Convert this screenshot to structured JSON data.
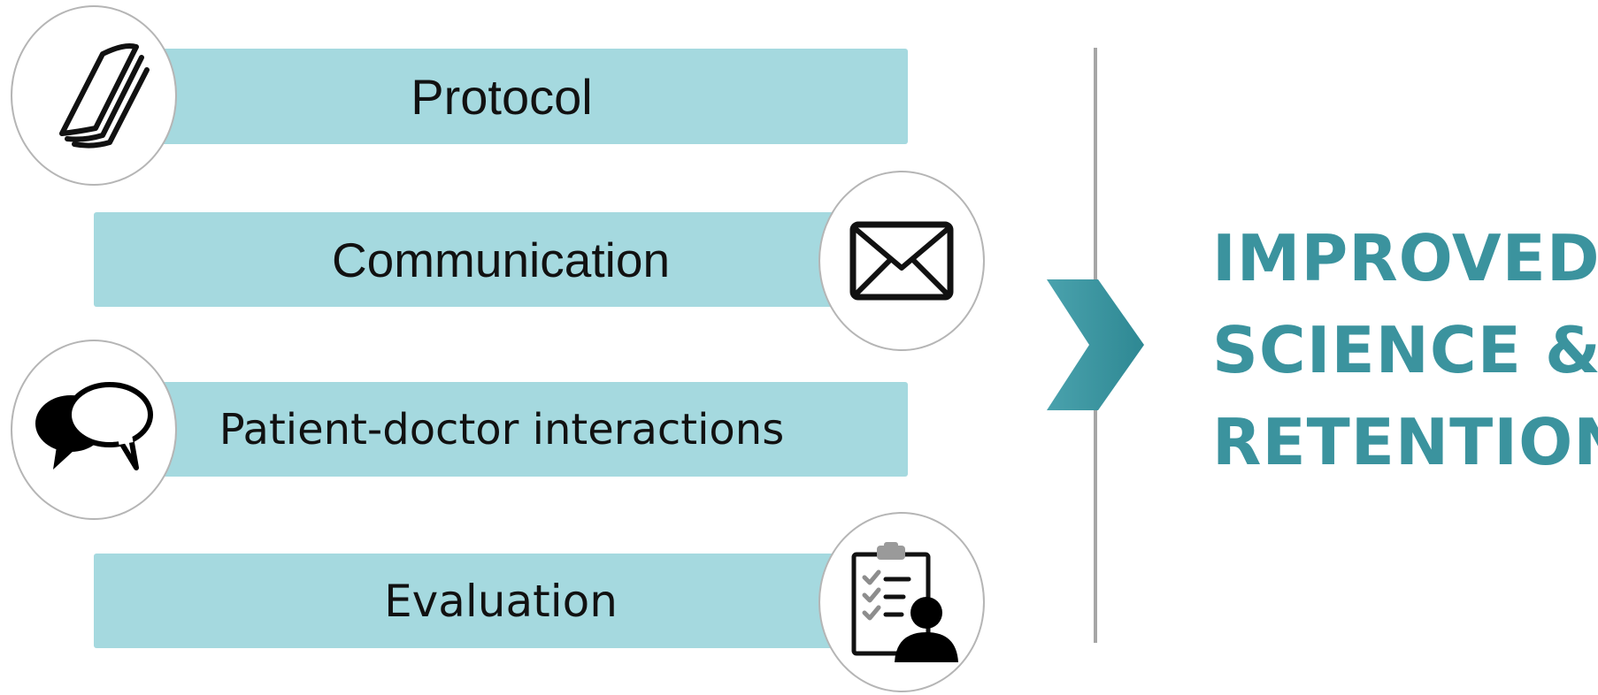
{
  "items": [
    {
      "label": "Protocol",
      "icon": "document-pages-icon"
    },
    {
      "label": "Communication",
      "icon": "envelope-icon"
    },
    {
      "label": "Patient-doctor interactions",
      "icon": "speech-bubbles-icon"
    },
    {
      "label": "Evaluation",
      "icon": "clipboard-checklist-person-icon"
    }
  ],
  "result": {
    "lines": [
      "IMPROVED",
      "SCIENCE &",
      "RETENTION"
    ]
  },
  "colors": {
    "bar": "#a5d9df",
    "accent": "#3b939e",
    "divider": "#a6a6a6",
    "circle_border": "#b5b5b5"
  }
}
